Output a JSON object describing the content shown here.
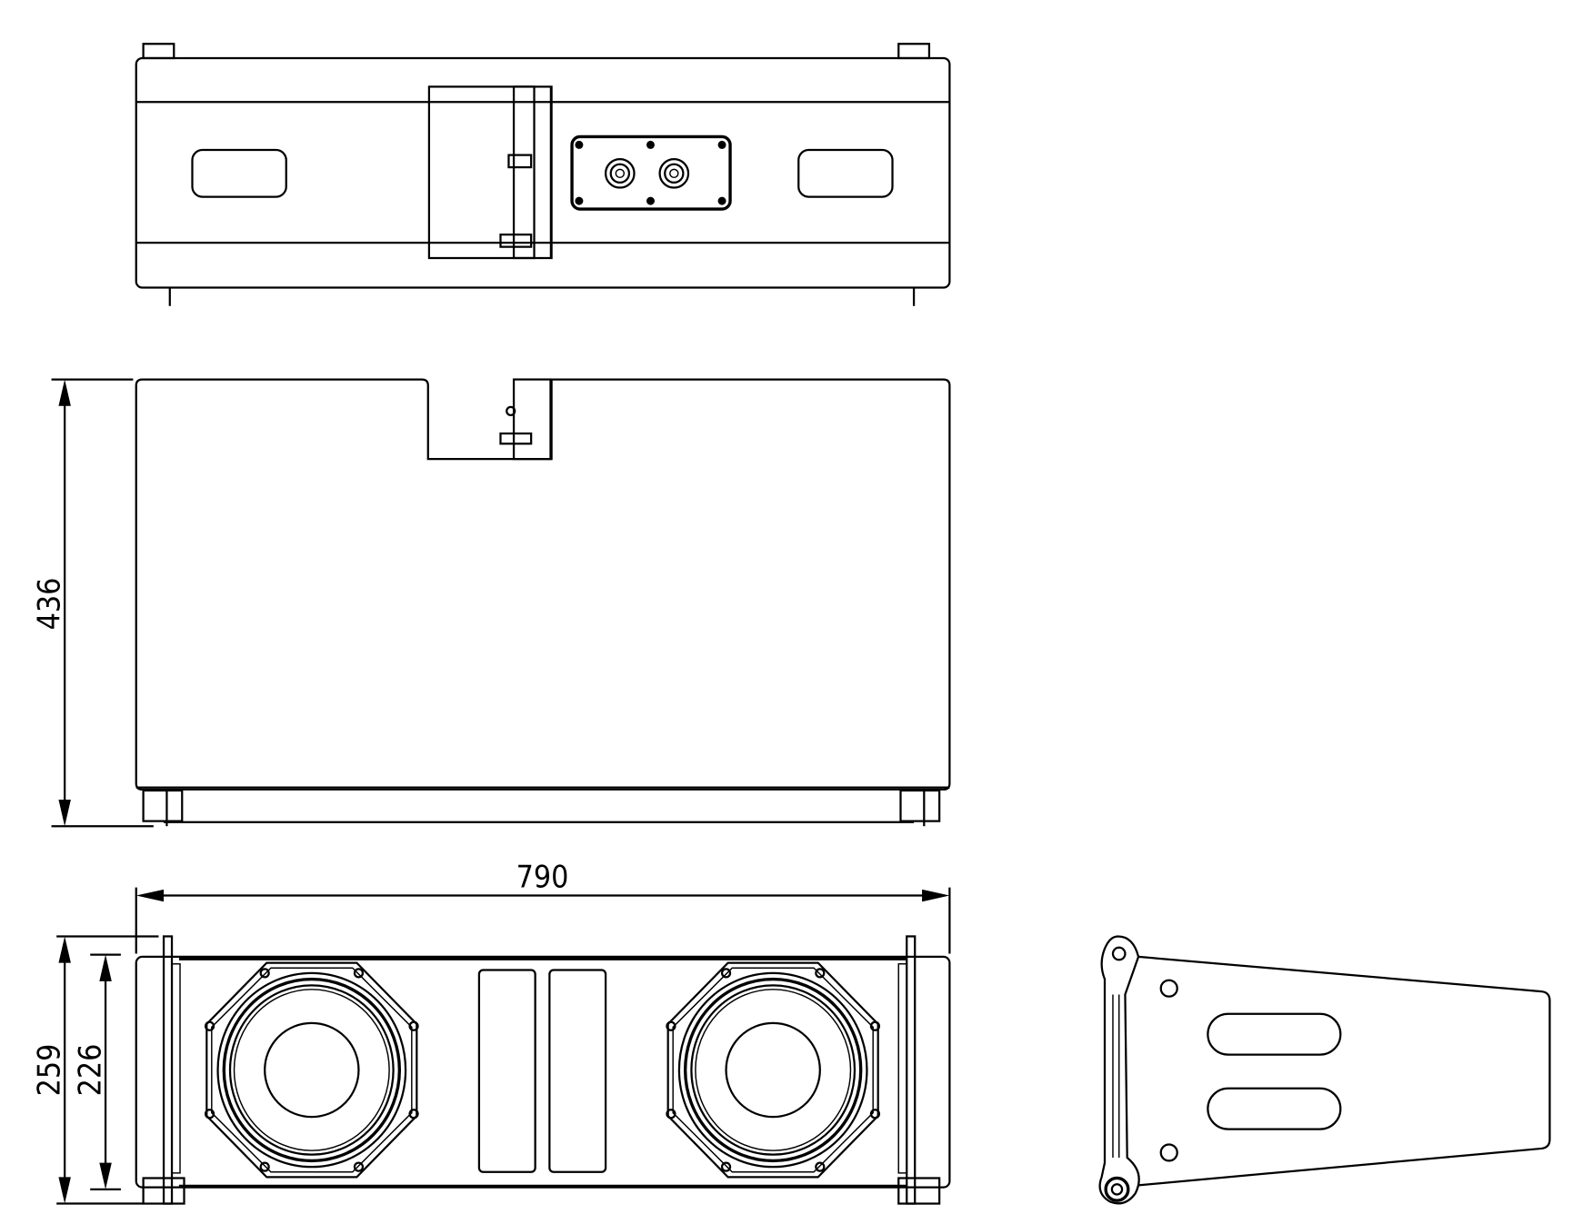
{
  "drawing": {
    "units": "mm",
    "dimensions": {
      "depth": "436",
      "width": "790",
      "height_outer": "259",
      "height_inner": "226"
    },
    "colors": {
      "line": "#000000",
      "background": "#ffffff"
    }
  }
}
